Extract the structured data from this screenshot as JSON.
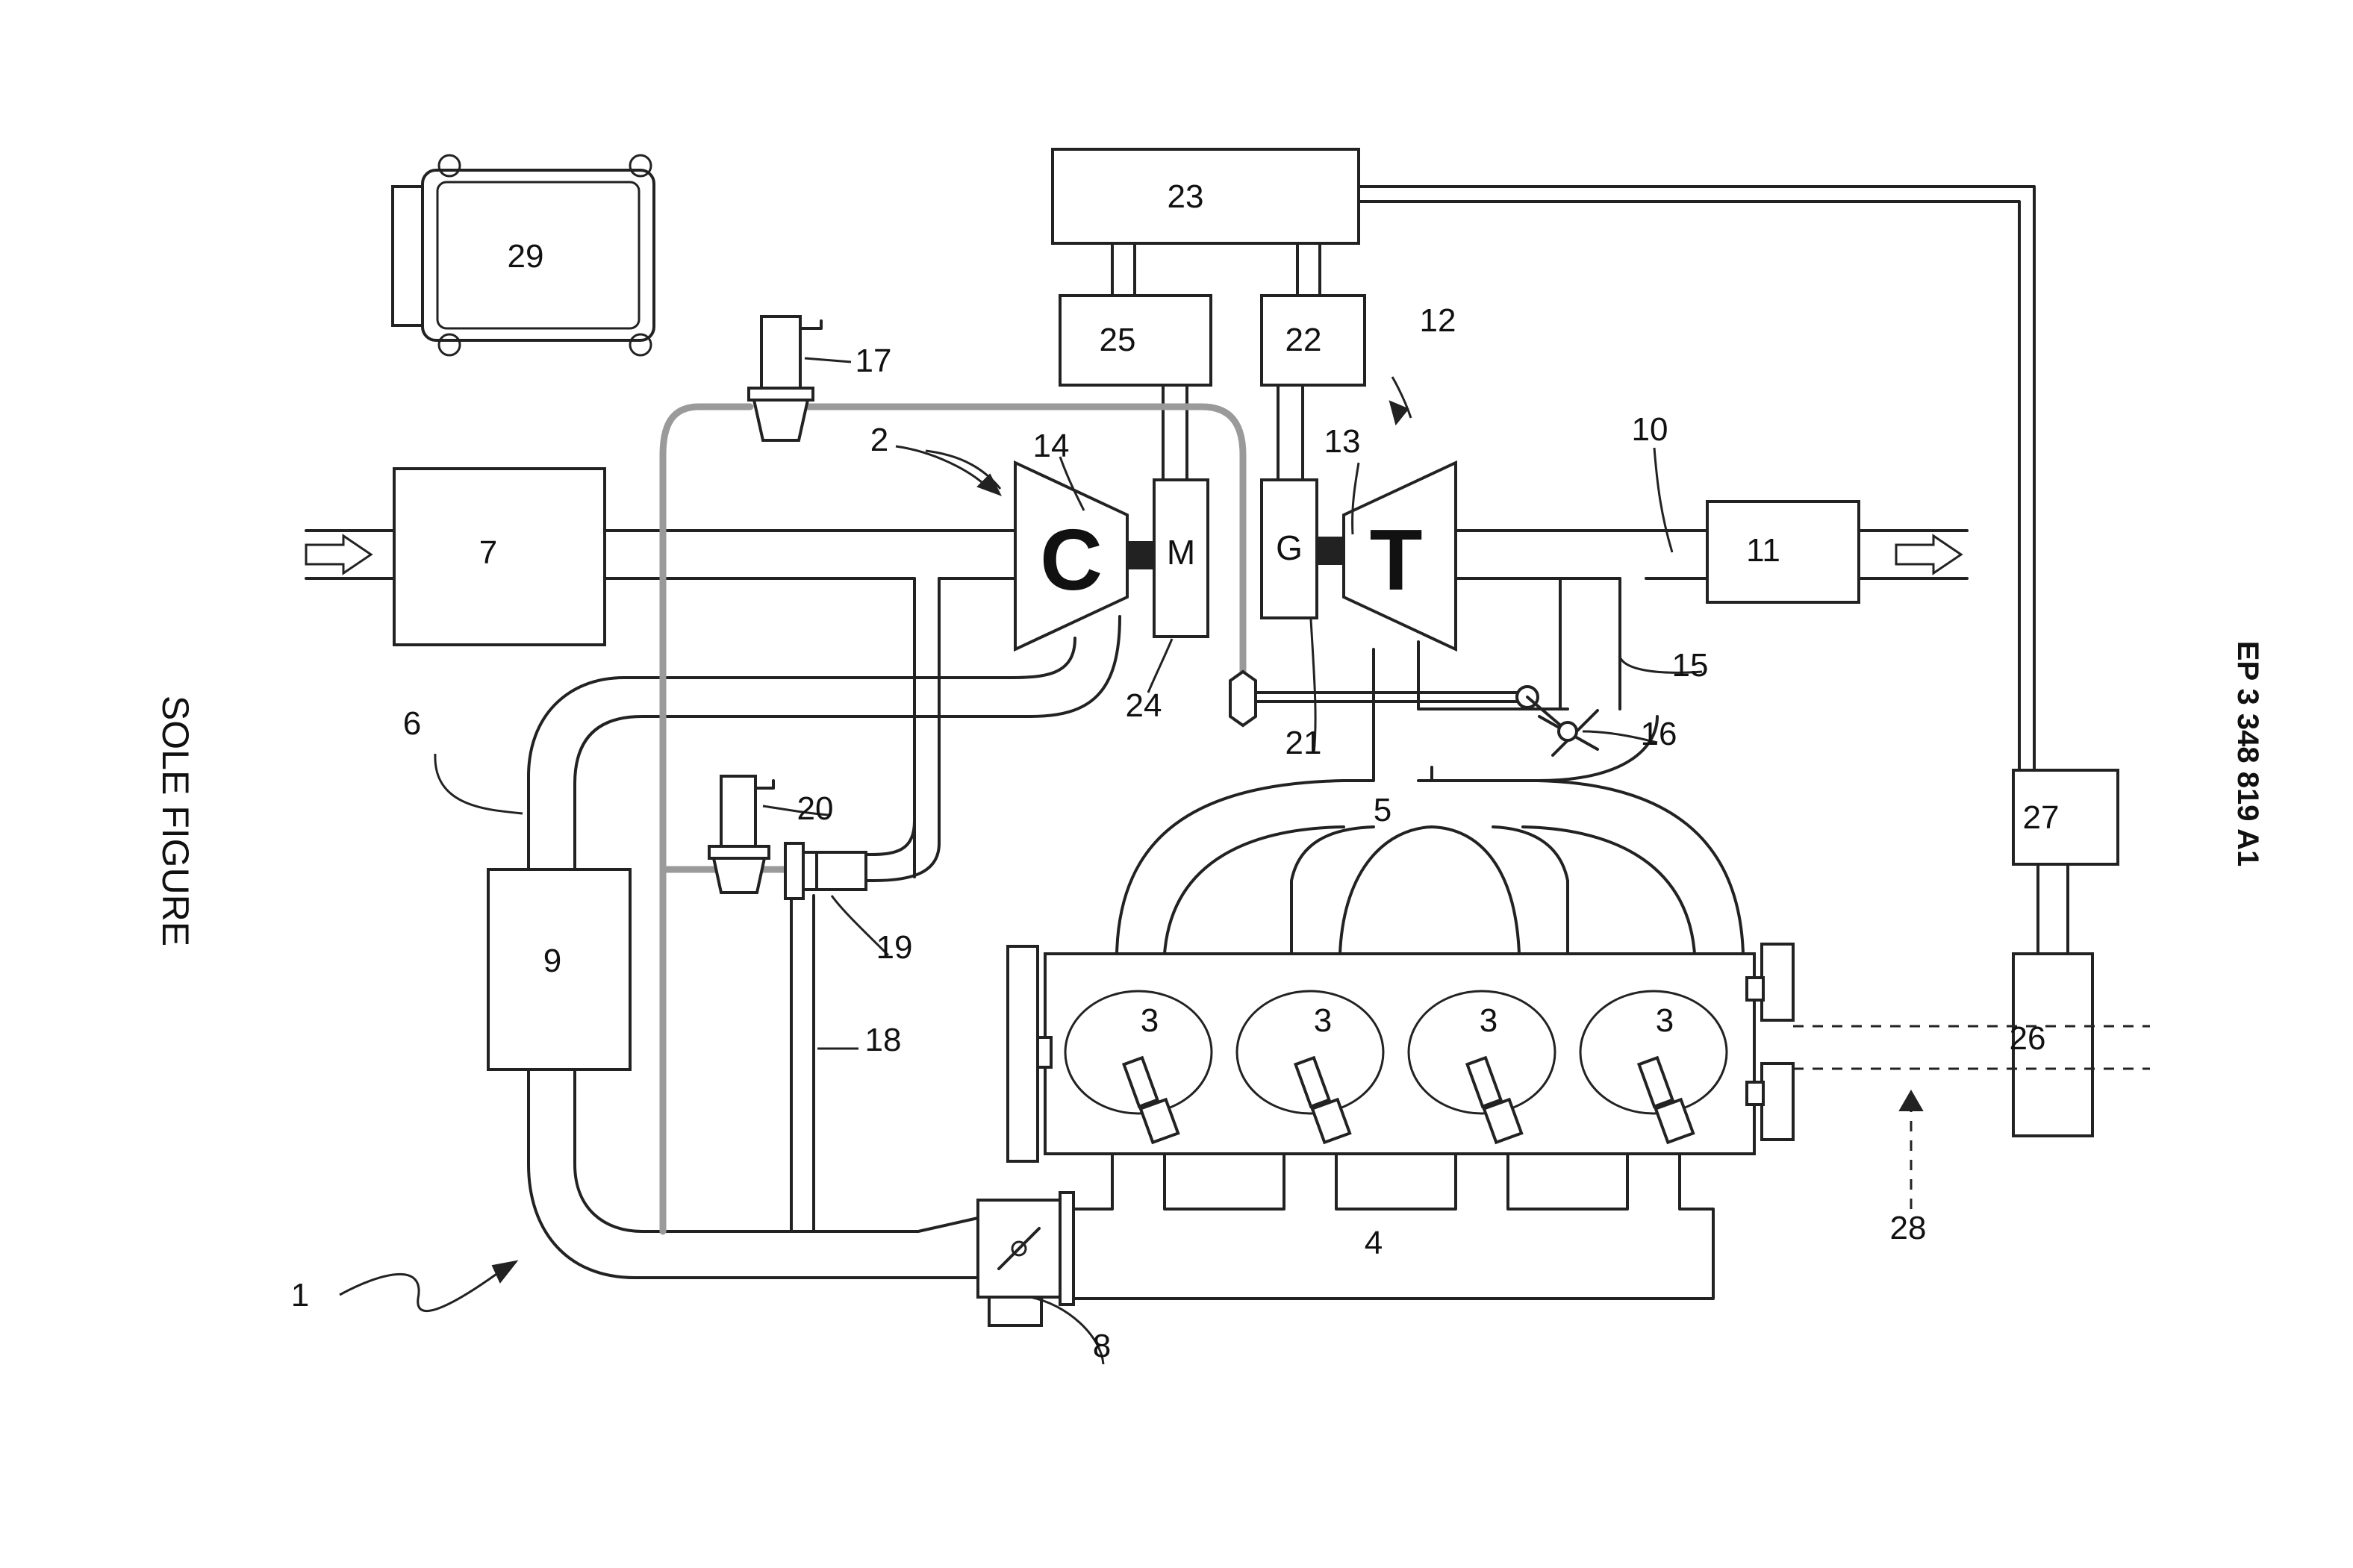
{
  "side_title": "SOLE FIGURE",
  "publication_number": "EP 3 348 819 A1",
  "machine_letters": {
    "compressor": "C",
    "turbine": "T",
    "motor": "M",
    "generator": "G"
  },
  "reference_numerals": {
    "n1": "1",
    "n2": "2",
    "n3a": "3",
    "n3b": "3",
    "n3c": "3",
    "n3d": "3",
    "n4": "4",
    "n5": "5",
    "n6": "6",
    "n7": "7",
    "n8": "8",
    "n9": "9",
    "n10": "10",
    "n11": "11",
    "n12": "12",
    "n13": "13",
    "n14": "14",
    "n15": "15",
    "n16": "16",
    "n17": "17",
    "n18": "18",
    "n19": "19",
    "n20": "20",
    "n21": "21",
    "n22": "22",
    "n23": "23",
    "n24": "24",
    "n25": "25",
    "n26": "26",
    "n27": "27",
    "n28": "28",
    "n29": "29"
  }
}
